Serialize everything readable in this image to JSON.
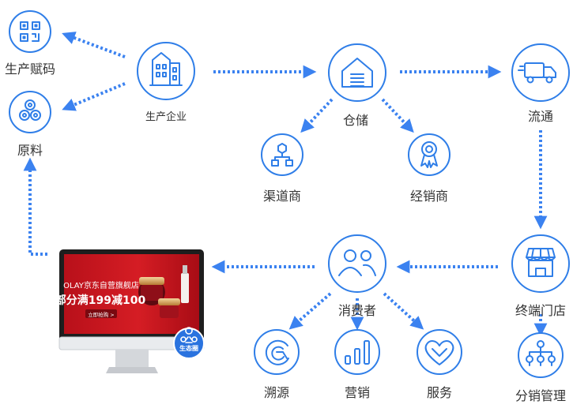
{
  "colors": {
    "accent": "#2f7ee8",
    "arrow": "#3b82f0",
    "ad_red": "#c0131c",
    "badge": "#2a73df"
  },
  "nodes": {
    "production_code": {
      "label": "生产赋码",
      "icon": "qr-code-icon"
    },
    "raw_material": {
      "label": "原料",
      "icon": "material-rolls-icon"
    },
    "enterprise": {
      "label": "生产企业",
      "icon": "factory-building-icon"
    },
    "warehouse": {
      "label": "仓储",
      "icon": "warehouse-icon"
    },
    "logistics": {
      "label": "流通",
      "icon": "delivery-truck-icon"
    },
    "channel": {
      "label": "渠道商",
      "icon": "channel-network-icon"
    },
    "distributor": {
      "label": "经销商",
      "icon": "award-badge-icon"
    },
    "store": {
      "label": "终端门店",
      "icon": "storefront-icon"
    },
    "consumer": {
      "label": "消费者",
      "icon": "users-icon"
    },
    "trace": {
      "label": "溯源",
      "icon": "trace-g-icon"
    },
    "marketing": {
      "label": "营销",
      "icon": "bar-chart-icon"
    },
    "service": {
      "label": "服务",
      "icon": "heart-icon"
    },
    "dist_mgmt": {
      "label": "分销管理",
      "icon": "org-tree-icon"
    }
  },
  "monitor": {
    "ad_line1": "OLAY京东自营旗舰店",
    "ad_line2": "部分满199减100",
    "ad_button": "立即抢购 >",
    "badge": "生态圈"
  }
}
